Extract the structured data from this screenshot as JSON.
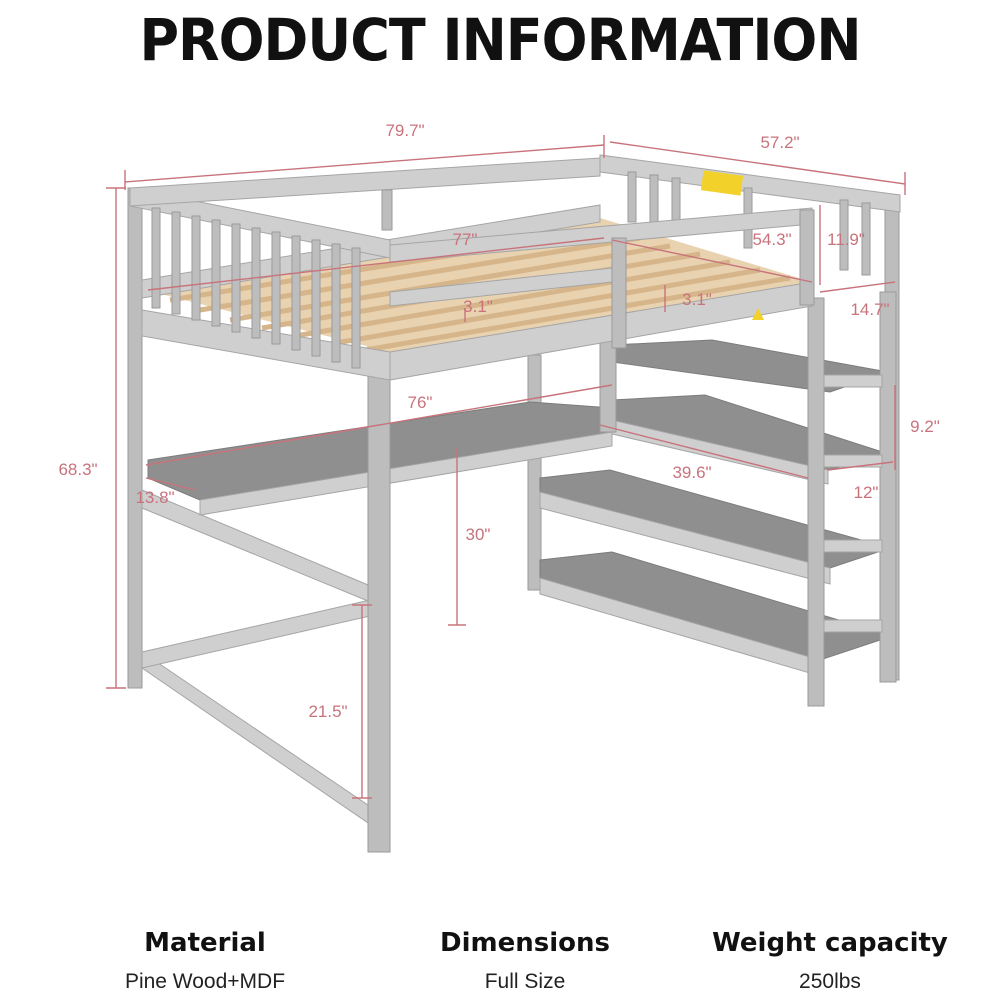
{
  "title": "PRODUCT INFORMATION",
  "dimensions": {
    "overall_length": "79.7\"",
    "overall_width": "57.2\"",
    "overall_height": "68.3\"",
    "inner_length": "77\"",
    "inner_width": "54.3\"",
    "guardrail_height": "11.9\"",
    "slat_gap_a": "3.1\"",
    "slat_gap_b": "3.1\"",
    "ladder_width": "14.7\"",
    "desk_length": "76\"",
    "desk_depth": "13.8\"",
    "shelf_length": "39.6\"",
    "shelf_gap": "9.2\"",
    "shelf_depth": "12\"",
    "desk_height": "30\"",
    "bottom_clearance": "21.5\""
  },
  "specs": [
    {
      "heading": "Material",
      "value": "Pine Wood+MDF"
    },
    {
      "heading": "Dimensions",
      "value": "Full Size"
    },
    {
      "heading": "Weight capacity",
      "value": "250lbs"
    }
  ],
  "colors": {
    "frame": "#bdbdbd",
    "shelf": "#8f8f8f",
    "dimension": "#c8737c",
    "slats": "#d6b58a"
  }
}
